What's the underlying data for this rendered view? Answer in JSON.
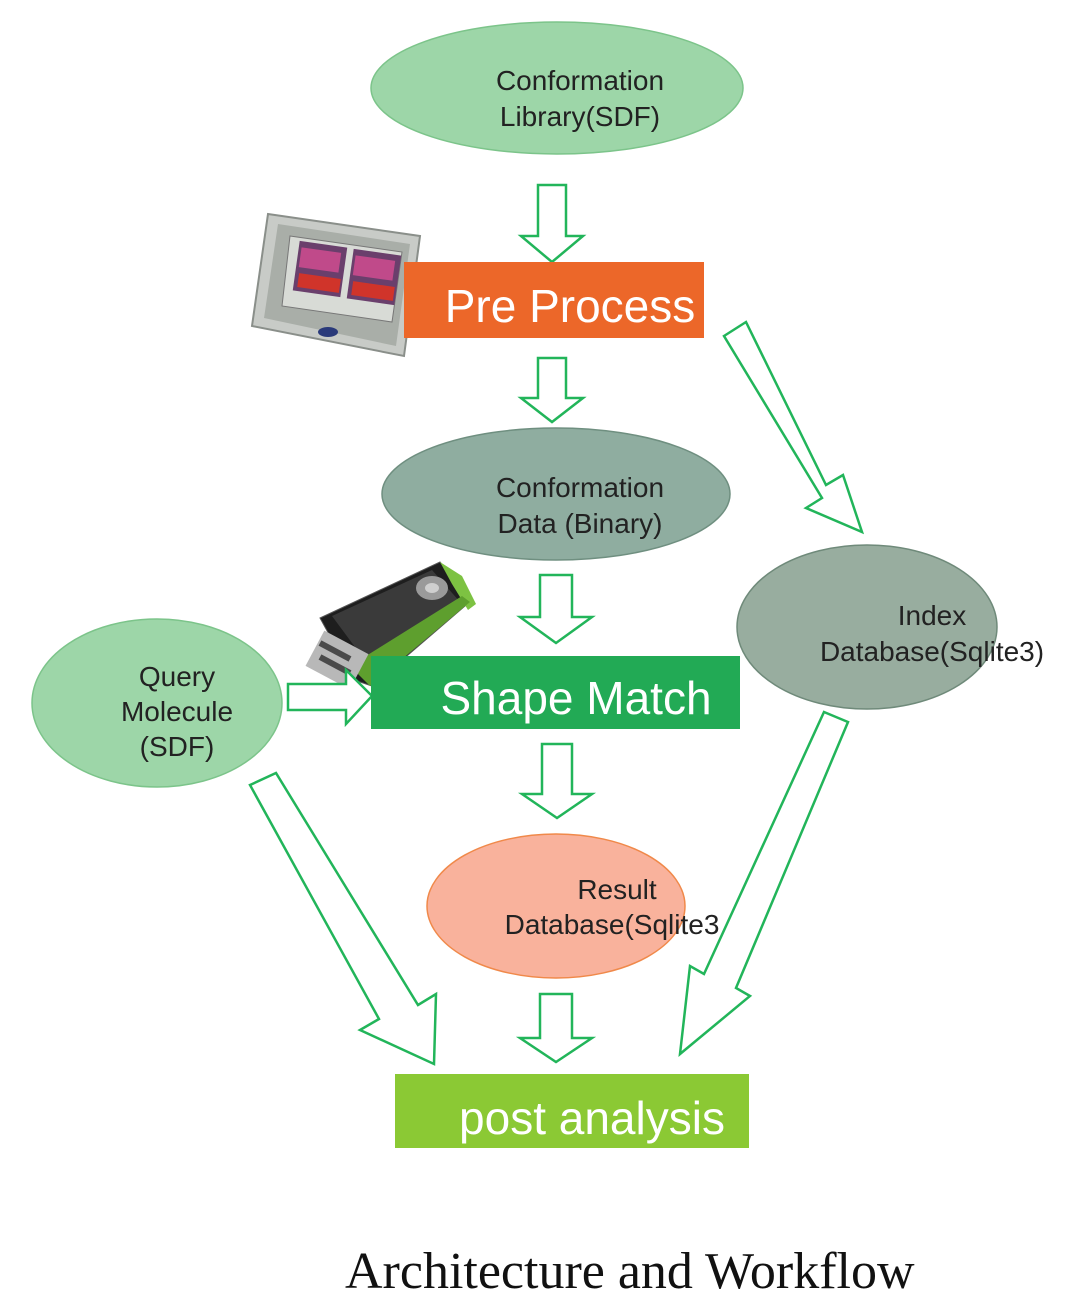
{
  "nodes": {
    "conformation_library": {
      "line1": "Conformation",
      "line2": "Library(SDF)",
      "fill": "#9dd6a8"
    },
    "pre_process": {
      "label": "Pre Process",
      "fill": "#ec6729"
    },
    "conformation_data": {
      "line1": "Conformation",
      "line2": "Data (Binary)",
      "fill": "#8fada0"
    },
    "index_database": {
      "line1": "Index",
      "line2": "Database(Sqlite3)",
      "fill": "#98ad9f"
    },
    "query_molecule": {
      "line1": "Query",
      "line2": "Molecule",
      "line3": "(SDF)",
      "fill": "#9dd6a8"
    },
    "shape_match": {
      "label": "Shape Match",
      "fill": "#22aa55"
    },
    "result_database": {
      "line1": "Result",
      "line2": "Database(Sqlite3",
      "fill": "#f9b29c"
    },
    "post_analysis": {
      "label": "post analysis",
      "fill": "#8bc934"
    }
  },
  "icons": {
    "cpu": "cpu-chip-icon",
    "gpu": "gpu-card-icon"
  },
  "arrow_color": "#22b55a",
  "caption": "Architecture and Workflow"
}
